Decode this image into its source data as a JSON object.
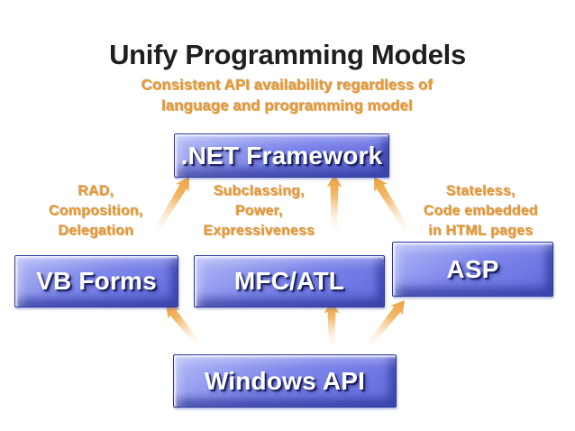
{
  "colors": {
    "title-color": "#1f1f1f",
    "accent-orange": "#e8982e",
    "box-light": "#b3baf6",
    "box-mid": "#7d86ea",
    "box-dark": "#6169dd",
    "box-border": "#2c379f",
    "arrow-head": "#eda13e",
    "arrow-mid": "#f2b45f",
    "arrow-tail": "#fbe9d2"
  },
  "slide": {
    "title": "Unify Programming Models",
    "subtitle": {
      "line1": "Consistent API availability regardless of",
      "line2": "language and programming model"
    }
  },
  "labels": {
    "left": {
      "line1": "RAD,",
      "line2": "Composition,",
      "line3": "Delegation"
    },
    "middle": {
      "line1": "Subclassing,",
      "line2": "Power,",
      "line3": "Expressiveness"
    },
    "right": {
      "line1": "Stateless,",
      "line2": "Code embedded",
      "line3": "in HTML pages"
    }
  },
  "boxes": {
    "net_framework": ".NET Framework",
    "vb_forms": "VB Forms",
    "mfc_atl": "MFC/ATL",
    "asp": "ASP",
    "windows_api": "Windows API"
  }
}
